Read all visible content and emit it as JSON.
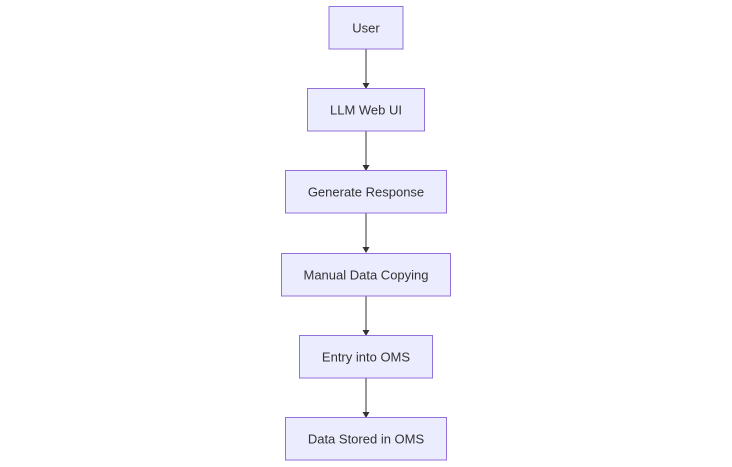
{
  "flowchart": {
    "nodes": [
      {
        "id": "user",
        "label": "User"
      },
      {
        "id": "llm-web-ui",
        "label": "LLM Web UI"
      },
      {
        "id": "generate-response",
        "label": "Generate Response"
      },
      {
        "id": "manual-data-copying",
        "label": "Manual Data Copying"
      },
      {
        "id": "entry-into-oms",
        "label": "Entry into OMS"
      },
      {
        "id": "data-stored-in-oms",
        "label": "Data Stored in OMS"
      }
    ],
    "edges": [
      {
        "from": "user",
        "to": "llm-web-ui"
      },
      {
        "from": "llm-web-ui",
        "to": "generate-response"
      },
      {
        "from": "generate-response",
        "to": "manual-data-copying"
      },
      {
        "from": "manual-data-copying",
        "to": "entry-into-oms"
      },
      {
        "from": "entry-into-oms",
        "to": "data-stored-in-oms"
      }
    ],
    "colors": {
      "node_fill": "#ececff",
      "node_stroke": "#9370db",
      "edge": "#333333",
      "text": "#333333"
    }
  }
}
